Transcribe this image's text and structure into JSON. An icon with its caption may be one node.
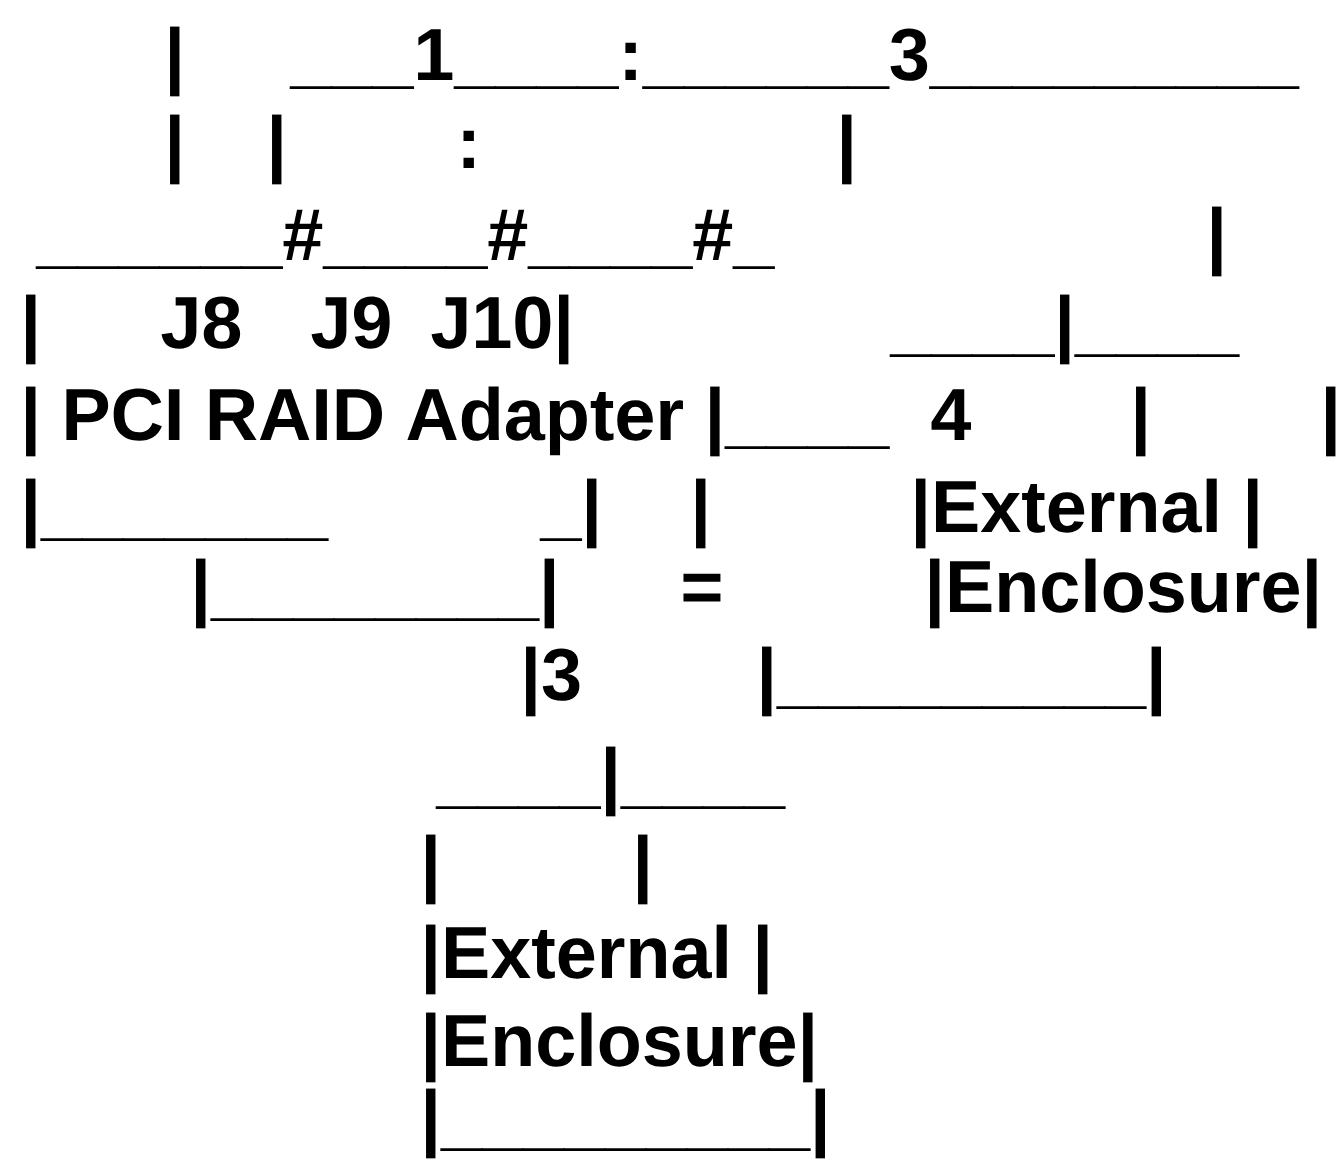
{
  "diagram": {
    "labels": [
      "|",
      "___1____:______3_________",
      "|",
      "|",
      ":",
      "|",
      "______#____#____#_",
      "|",
      "|",
      "J8",
      "J9",
      "J10|",
      "____|____",
      "| PCI RAID Adapter |____",
      "4",
      "|",
      "|",
      "|_______",
      "_|",
      "|",
      "|External |",
      "|________|",
      "=",
      "|Enclosure|",
      "|3",
      "|_________|",
      "____|____",
      "|",
      "|",
      "|External |",
      "|Enclosure|",
      "|_________|"
    ]
  }
}
